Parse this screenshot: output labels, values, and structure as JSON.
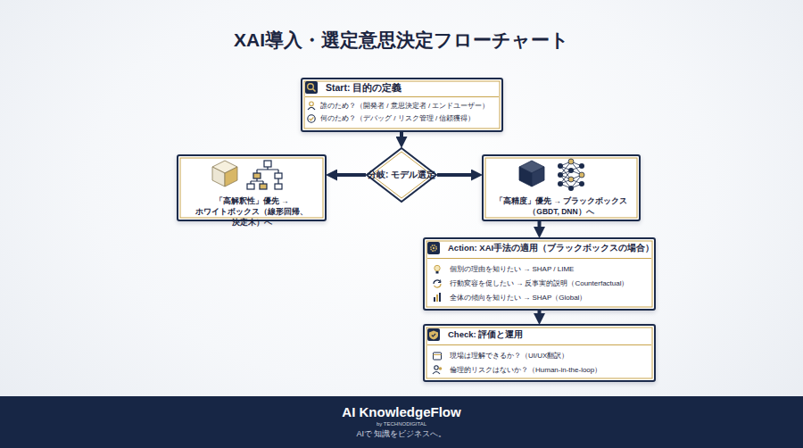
{
  "diagram": {
    "title": "XAI導入・選定意思決定フローチャート",
    "nodes": [
      {
        "text": [
          "Start: 目的の定義",
          "誰のため？（開発者 / 意思決定者 / エンドユーザー）",
          "何のため？（デバッグ / リスク管理 / 信頼獲得）"
        ]
      },
      {
        "text": [
          "分岐: モデル選定"
        ]
      },
      {
        "text": [
          "「高解釈性」優先 → ホワイトボックス（線形回帰、決定木）へ"
        ]
      },
      {
        "text": [
          "「高精度」優先 → ブラックボックス（GBDT, DNN）へ"
        ]
      },
      {
        "text": [
          "Action: XAI手法の適用（ブラックボックスの場合）",
          "個別の理由を知りたい → SHAP / LIME",
          "行動変容を促したい → 反事実的説明（Counterfactual）",
          "全体の傾向を知りたい → SHAP（Global）"
        ]
      },
      {
        "text": [
          "Check: 評価と運用",
          "現場は理解できるか？（UI/UX翻訳）",
          "倫理的リスクはないか？（Human-in-the-loop）"
        ]
      },
      {
        "text": [
          "AI KnowledgeFlow",
          "by TECHNODIGITAL",
          "AIで 知識をビジネスへ。"
        ]
      }
    ],
    "edges": [
      {
        "from": 0,
        "to": 1,
        "arrow": "to"
      },
      {
        "from": 1,
        "to": 2,
        "arrow": "to"
      },
      {
        "from": 1,
        "to": 3,
        "arrow": "to"
      },
      {
        "from": 3,
        "to": 4,
        "arrow": "to"
      },
      {
        "from": 4,
        "to": 5,
        "arrow": "to"
      }
    ]
  }
}
